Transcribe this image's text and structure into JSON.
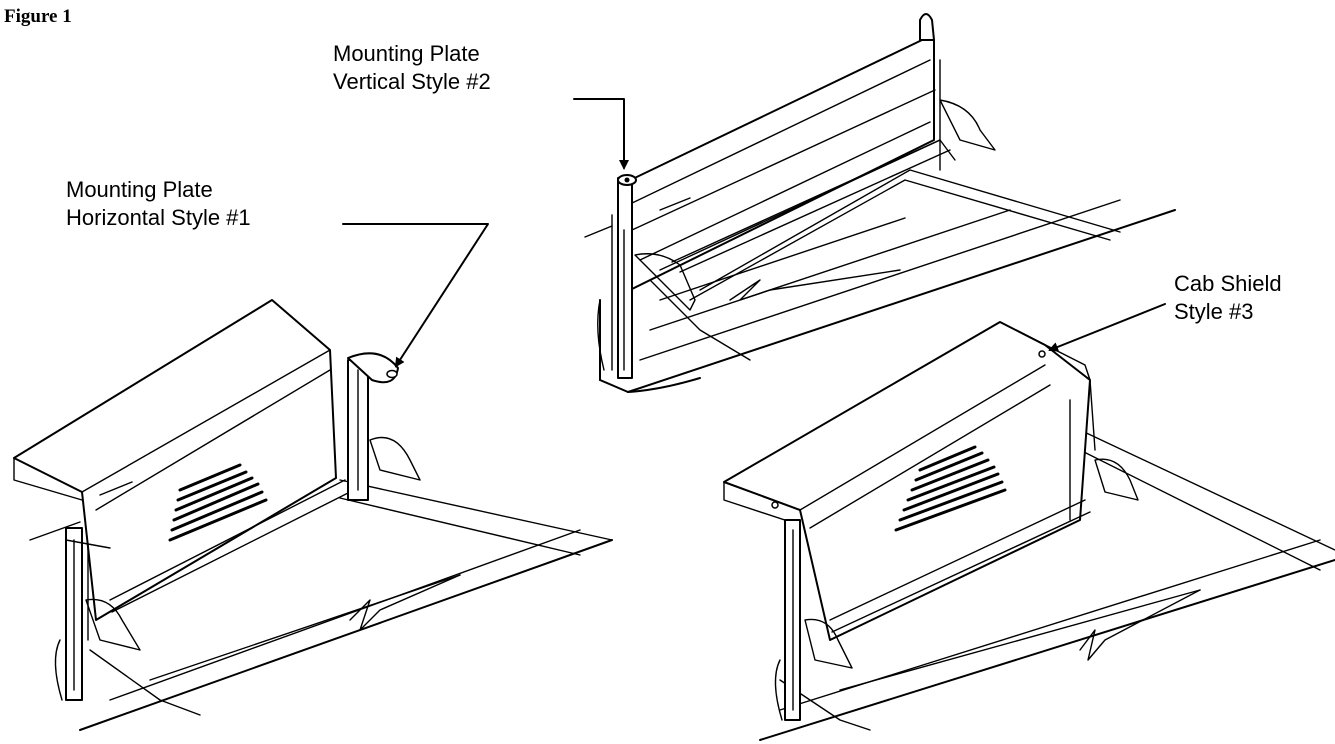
{
  "figure": {
    "title": "Figure 1"
  },
  "labels": {
    "style1": {
      "line1": "Mounting Plate",
      "line2": "Horizontal Style #1"
    },
    "style2": {
      "line1": "Mounting Plate",
      "line2": "Vertical Style #2"
    },
    "style3": {
      "line1": "Cab Shield",
      "line2": "Style #3"
    }
  }
}
